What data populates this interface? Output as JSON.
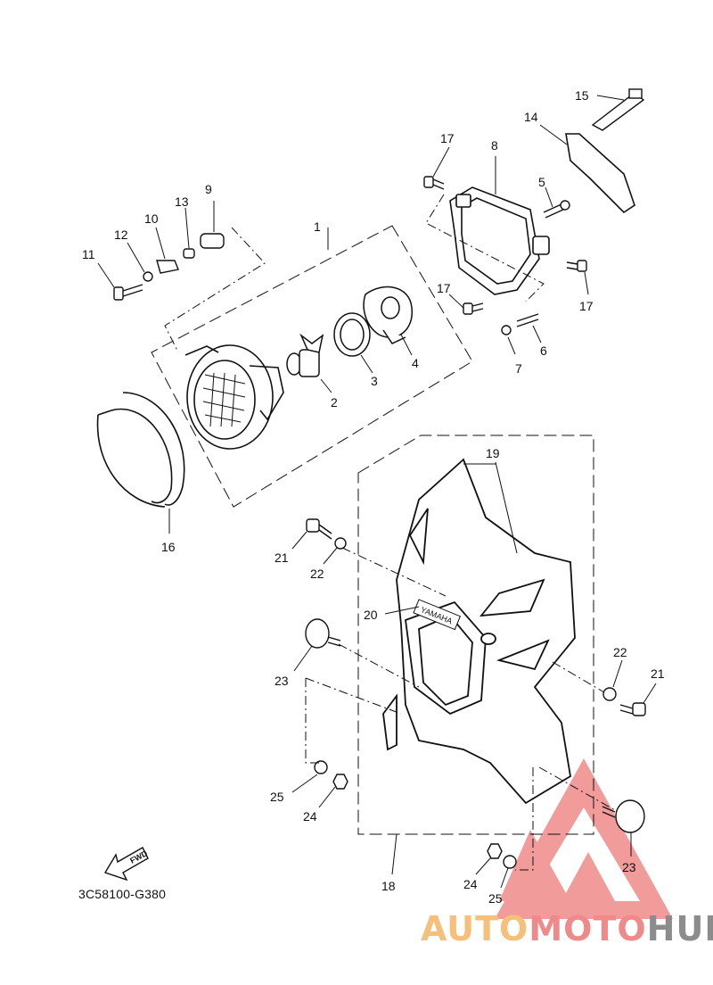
{
  "diagram": {
    "part_code": "3C58100-G380",
    "direction_label": "FWD",
    "brand_mark": "YAMAHA",
    "callouts": [
      {
        "id": "c1",
        "label": "1"
      },
      {
        "id": "c2",
        "label": "2"
      },
      {
        "id": "c3",
        "label": "3"
      },
      {
        "id": "c4",
        "label": "4"
      },
      {
        "id": "c5",
        "label": "5"
      },
      {
        "id": "c6",
        "label": "6"
      },
      {
        "id": "c7",
        "label": "7"
      },
      {
        "id": "c8",
        "label": "8"
      },
      {
        "id": "c9",
        "label": "9"
      },
      {
        "id": "c10",
        "label": "10"
      },
      {
        "id": "c11",
        "label": "11"
      },
      {
        "id": "c12",
        "label": "12"
      },
      {
        "id": "c13",
        "label": "13"
      },
      {
        "id": "c14",
        "label": "14"
      },
      {
        "id": "c15",
        "label": "15"
      },
      {
        "id": "c16",
        "label": "16"
      },
      {
        "id": "c17a",
        "label": "17"
      },
      {
        "id": "c17b",
        "label": "17"
      },
      {
        "id": "c17c",
        "label": "17"
      },
      {
        "id": "c18",
        "label": "18"
      },
      {
        "id": "c19",
        "label": "19"
      },
      {
        "id": "c20",
        "label": "20"
      },
      {
        "id": "c21a",
        "label": "21"
      },
      {
        "id": "c21b",
        "label": "21"
      },
      {
        "id": "c22a",
        "label": "22"
      },
      {
        "id": "c22b",
        "label": "22"
      },
      {
        "id": "c23a",
        "label": "23"
      },
      {
        "id": "c23b",
        "label": "23"
      },
      {
        "id": "c24a",
        "label": "24"
      },
      {
        "id": "c24b",
        "label": "24"
      },
      {
        "id": "c25a",
        "label": "25"
      },
      {
        "id": "c25b",
        "label": "25"
      }
    ]
  },
  "watermark": {
    "part1": "AUTO",
    "part2": "MOTO",
    "part3": "HUB",
    "colors": {
      "auto": "#f6c07a",
      "moto": "#f08a8a",
      "hub": "#8c8c8c",
      "logo": "#f08a8a"
    }
  }
}
